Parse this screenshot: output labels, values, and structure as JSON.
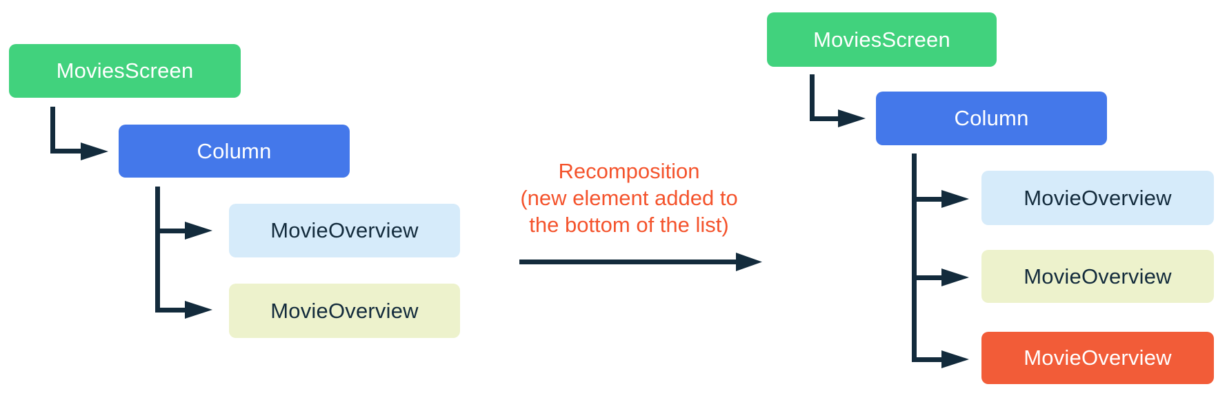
{
  "palette": {
    "connector": "#132B3C",
    "annotation": "#F4532C",
    "background": "#FFFFFF"
  },
  "left_tree": {
    "root": {
      "label": "MoviesScreen",
      "bg": "#41D27D",
      "fg": "#FFFFFF"
    },
    "child": {
      "label": "Column",
      "bg": "#4478EA",
      "fg": "#FFFFFF"
    },
    "grandchildren": [
      {
        "label": "MovieOverview",
        "bg": "#D6EBFA",
        "fg": "#132B3C"
      },
      {
        "label": "MovieOverview",
        "bg": "#EDF2CC",
        "fg": "#132B3C"
      }
    ]
  },
  "annotation": {
    "line1": "Recomposition",
    "line2": "(new element added to",
    "line3": "the bottom of the list)"
  },
  "right_tree": {
    "root": {
      "label": "MoviesScreen",
      "bg": "#41D27D",
      "fg": "#FFFFFF"
    },
    "child": {
      "label": "Column",
      "bg": "#4478EA",
      "fg": "#FFFFFF"
    },
    "grandchildren": [
      {
        "label": "MovieOverview",
        "bg": "#D6EBFA",
        "fg": "#132B3C"
      },
      {
        "label": "MovieOverview",
        "bg": "#EDF2CC",
        "fg": "#132B3C"
      },
      {
        "label": "MovieOverview",
        "bg": "#F25C38",
        "fg": "#FFFFFF"
      }
    ]
  }
}
